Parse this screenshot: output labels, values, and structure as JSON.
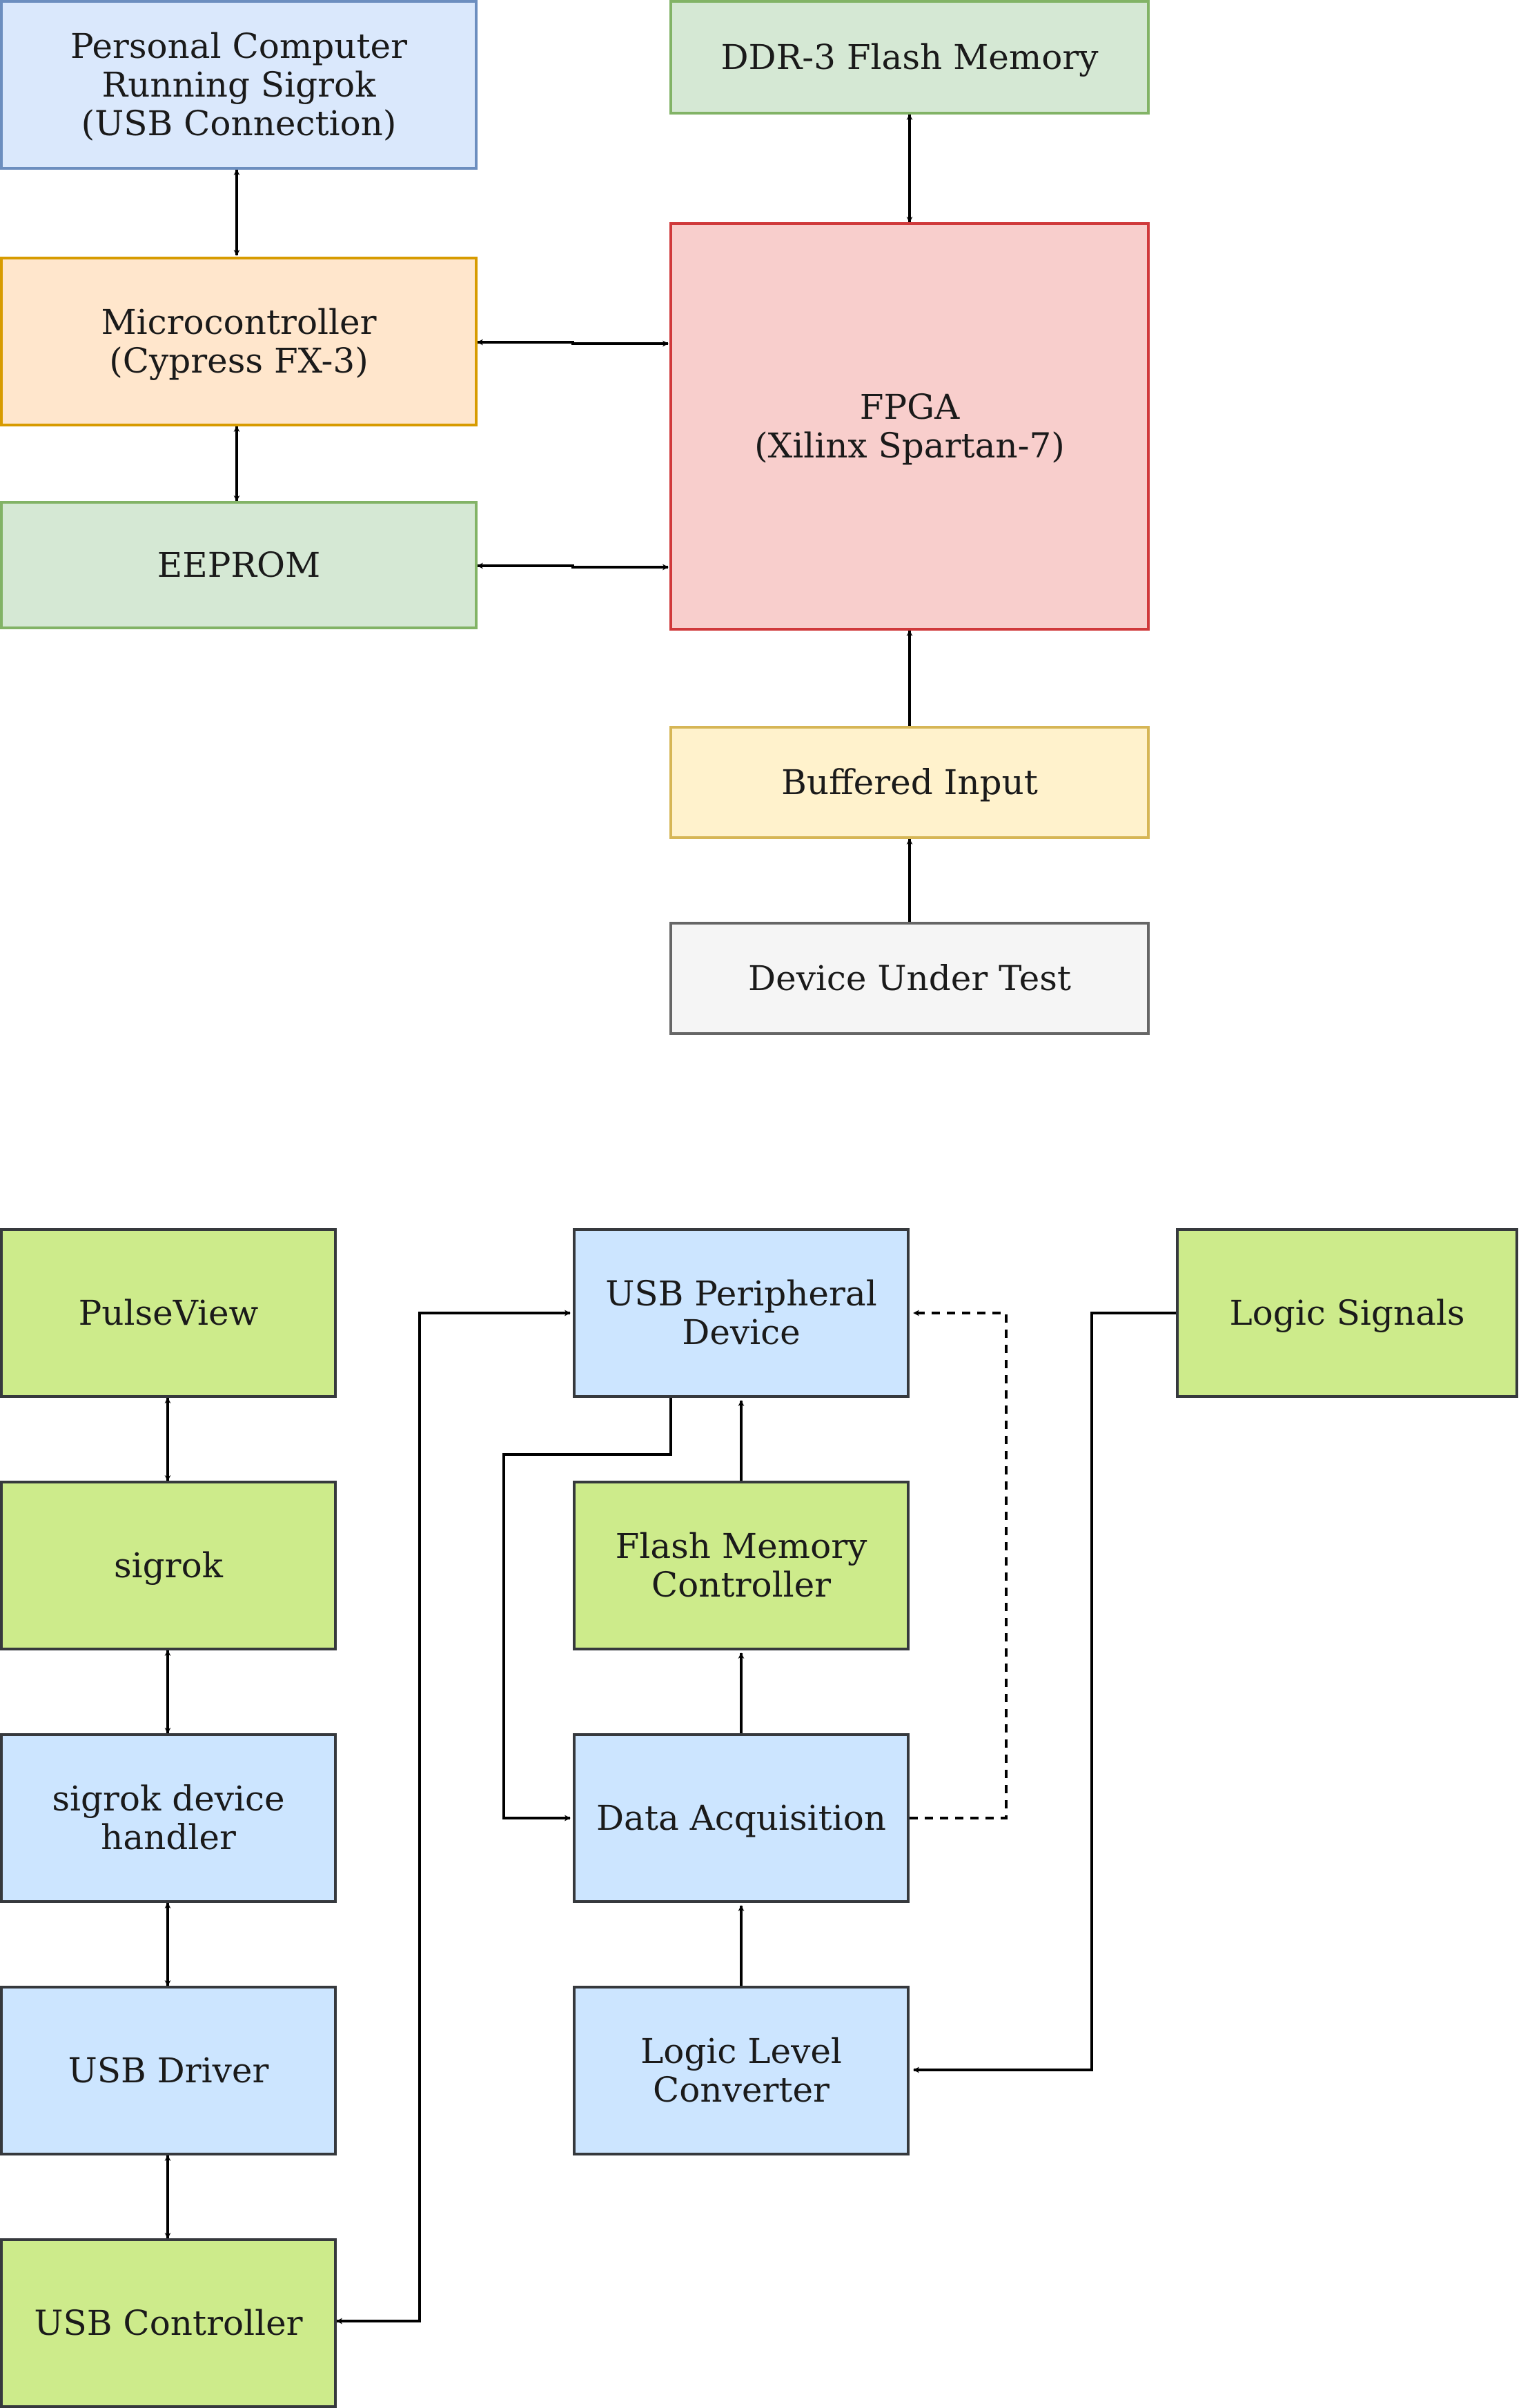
{
  "top": {
    "pc": "Personal Computer\nRunning Sigrok\n(USB Connection)",
    "ddr": "DDR-3 Flash Memory",
    "mcu": "Microcontroller\n(Cypress FX-3)",
    "fpga": "FPGA\n(Xilinx Spartan-7)",
    "eeprom": "EEPROM",
    "buffered": "Buffered Input",
    "dut": "Device Under Test"
  },
  "bottom": {
    "pulseview": "PulseView",
    "sigrok": "sigrok",
    "handler": "sigrok device\nhandler",
    "usb_driver": "USB Driver",
    "usb_controller": "USB Controller",
    "usb_peripheral": "USB Peripheral\nDevice",
    "flash_ctrl": "Flash Memory\nController",
    "daq": "Data Acquisition",
    "llc": "Logic Level\nConverter",
    "logic_signals": "Logic Signals"
  },
  "colors": {
    "blue_fill": "#dae8fc",
    "green_fill": "#d5e8d4",
    "orange_fill": "#ffe6cc",
    "red_fill": "#f8cecc",
    "yellow_fill": "#fff2cc",
    "gray_fill": "#f5f5f5",
    "lime_fill": "#cdeb8b",
    "lightblue_fill": "#cce5ff"
  }
}
